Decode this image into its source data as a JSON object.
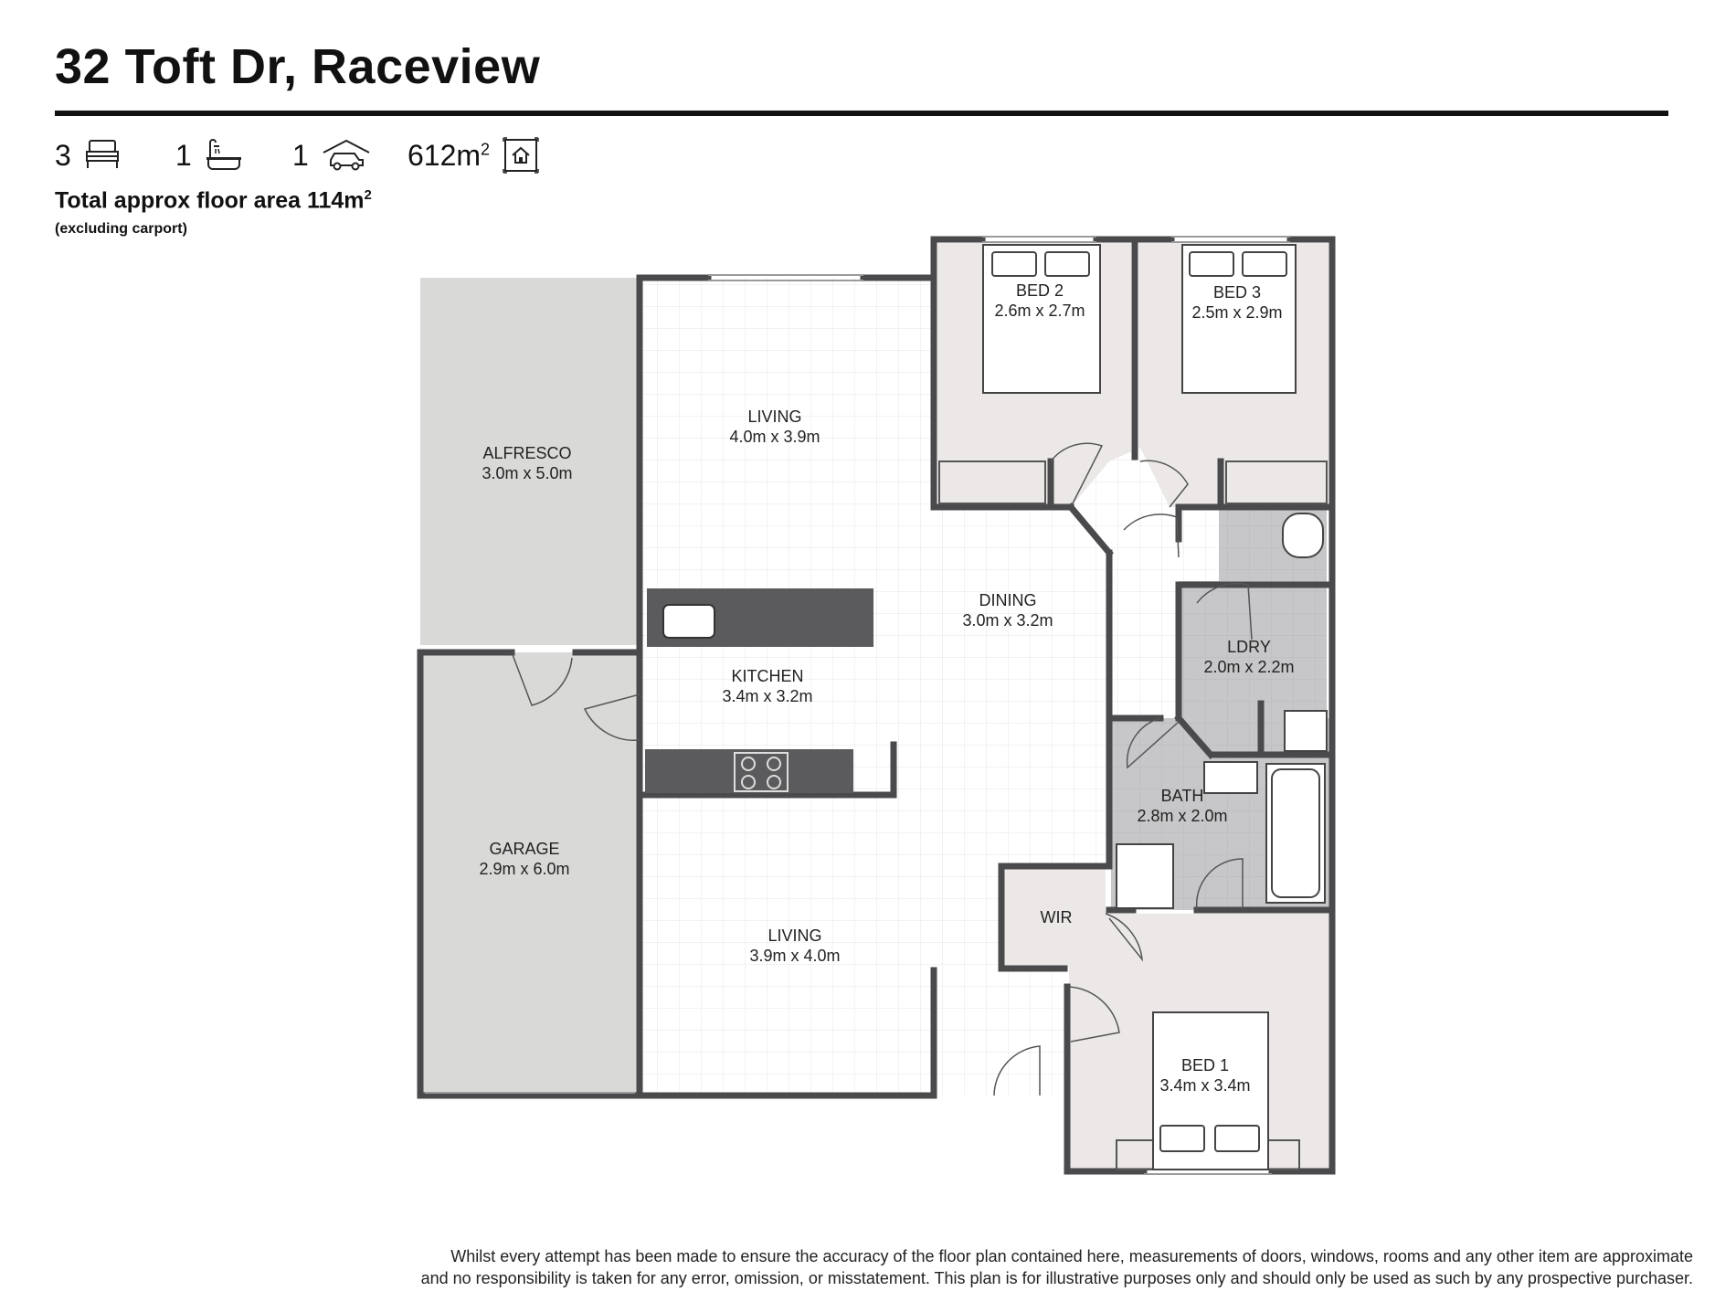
{
  "property": {
    "address": "32 Toft Dr, Raceview"
  },
  "stats": {
    "bedrooms": "3",
    "bathrooms": "1",
    "parking": "1",
    "land_area": "612m",
    "land_area_sup": "2",
    "icons": [
      "bed-icon",
      "bath-icon",
      "car-icon",
      "land-area-icon"
    ]
  },
  "floor_area": {
    "label": "Total approx floor area 114m",
    "label_sup": "2",
    "note": "(excluding carport)"
  },
  "rooms": {
    "alfresco": {
      "name": "ALFRESCO",
      "size": "3.0m x 5.0m"
    },
    "living_top": {
      "name": "LIVING",
      "size": "4.0m x 3.9m"
    },
    "bed2": {
      "name": "BED 2",
      "size": "2.6m x 2.7m"
    },
    "bed3": {
      "name": "BED 3",
      "size": "2.5m x 2.9m"
    },
    "dining": {
      "name": "DINING",
      "size": "3.0m x 3.2m"
    },
    "kitchen": {
      "name": "KITCHEN",
      "size": "3.4m x 3.2m"
    },
    "ldry": {
      "name": "LDRY",
      "size": "2.0m x 2.2m"
    },
    "garage": {
      "name": "GARAGE",
      "size": "2.9m x 6.0m"
    },
    "bath": {
      "name": "BATH",
      "size": "2.8m x 2.0m"
    },
    "wir": {
      "name": "WIR"
    },
    "living_bottom": {
      "name": "LIVING",
      "size": "3.9m x 4.0m"
    },
    "bed1": {
      "name": "BED 1",
      "size": "3.4m x 3.4m"
    }
  },
  "colors": {
    "wall": "#4a4a4d",
    "grey_zone": "#d9dad8",
    "wet_area": "#c6c6c8",
    "bedroom_floor": "#ece8e7",
    "tile_grid": "#e6e6e6",
    "counter": "#5b5b5d"
  },
  "disclaimer": {
    "line1": "Whilst every attempt has been made to ensure the accuracy of the floor plan contained here, measurements of doors, windows, rooms and any other item are approximate",
    "line2": "and no responsibility is taken for any error, omission, or misstatement. This plan is for illustrative purposes only and should only be used as such by any prospective purchaser."
  }
}
